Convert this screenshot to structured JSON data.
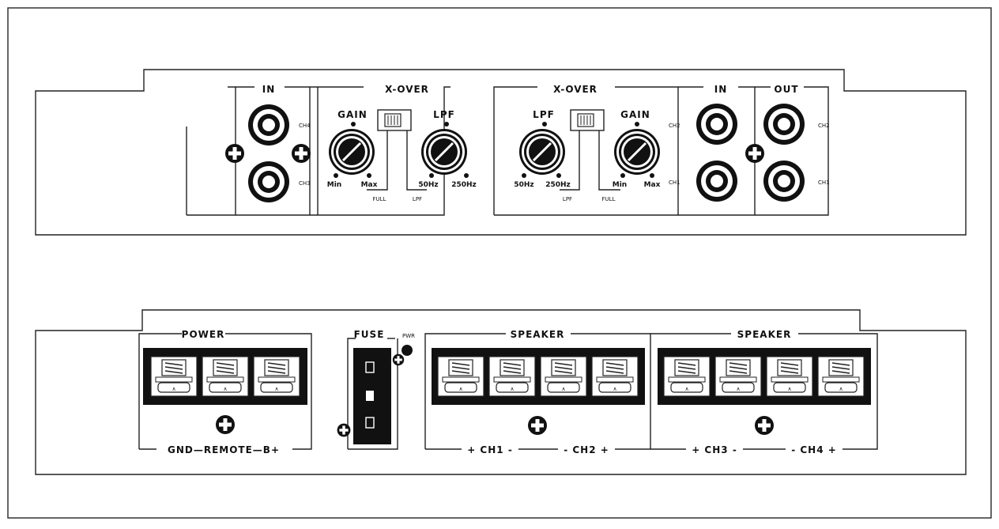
{
  "top_panel": {
    "left": {
      "in_label": "IN",
      "xover_label": "X-OVER",
      "gain_label": "GAIN",
      "lpf_label": "LPF",
      "ch4": "CH4",
      "ch3": "CH3",
      "gain_min": "Min",
      "gain_max": "Max",
      "lpf_low": "50Hz",
      "lpf_high": "250Hz",
      "switch_full": "FULL",
      "switch_lpf": "LPF"
    },
    "right": {
      "xover_label": "X-OVER",
      "lpf_label": "LPF",
      "gain_label": "GAIN",
      "in_label": "IN",
      "out_label": "OUT",
      "lpf_low": "50Hz",
      "lpf_high": "250Hz",
      "switch_lpf": "LPF",
      "switch_full": "FULL",
      "gain_min": "Min",
      "gain_max": "Max",
      "in_ch2": "CH2",
      "in_ch1": "CH1",
      "out_ch2": "CH2",
      "out_ch1": "CH1"
    }
  },
  "bottom_panel": {
    "power_label": "POWER",
    "power_terminals": "GND—REMOTE—B+",
    "fuse_label": "FUSE",
    "pwr_label": "PWR",
    "speaker1_label": "SPEAKER",
    "speaker1_channels": [
      "+ CH1 -",
      "- CH2 +"
    ],
    "speaker2_label": "SPEAKER",
    "speaker2_channels": [
      "+ CH3 -",
      "- CH4 +"
    ]
  }
}
